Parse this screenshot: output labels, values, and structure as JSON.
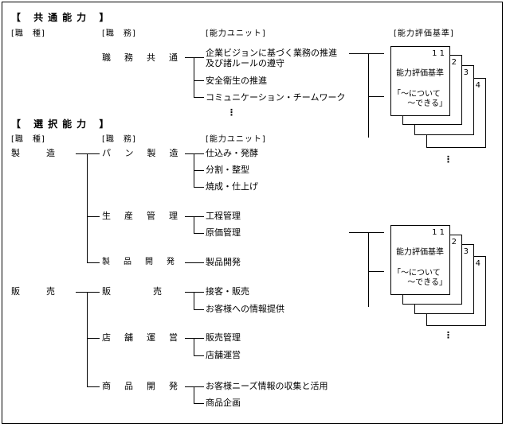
{
  "common": {
    "heading": "【 共通能力 】",
    "col_job_type": "[職　種]",
    "col_duty": "[職　務]",
    "col_unit": "[能力ユニット]",
    "col_criteria": "[能力評価基準]",
    "duty": "職務共通",
    "units": [
      "企業ビジョンに基づく業務の推進",
      "及び諸ルールの遵守",
      "安全衛生の推進",
      "コミュニケーション・チームワーク"
    ],
    "ellipsis": "⋮"
  },
  "selective": {
    "heading": "【 選択能力 】",
    "col_job_type": "[職　種]",
    "col_duty": "[職　務]",
    "col_unit": "[能力ユニット]",
    "job_types": [
      {
        "name": "製　　　造",
        "duties": [
          {
            "name": "パン製造",
            "units": [
              "仕込み・発酵",
              "分割・整型",
              "焼成・仕上げ"
            ]
          },
          {
            "name": "生産管理",
            "units": [
              "工程管理",
              "原価管理"
            ]
          },
          {
            "name": "製品開発",
            "units": [
              "製品開発"
            ]
          }
        ]
      },
      {
        "name": "販　　　売",
        "duties": [
          {
            "name": "販　　　売",
            "units": [
              "接客・販売",
              "お客様への情報提供"
            ]
          },
          {
            "name": "店舗運営",
            "units": [
              "販売管理",
              "店舗運営"
            ]
          },
          {
            "name": "商品開発",
            "units": [
              "お客様ニーズ情報の収集と活用",
              "商品企画"
            ]
          }
        ]
      }
    ]
  },
  "criteria_cards": {
    "numbers": [
      "1 1",
      "2",
      "3",
      "4"
    ],
    "title": "能力評価基準",
    "quote_line1": "「〜について",
    "quote_line2": "〜できる」",
    "ellipsis": "⋮"
  }
}
